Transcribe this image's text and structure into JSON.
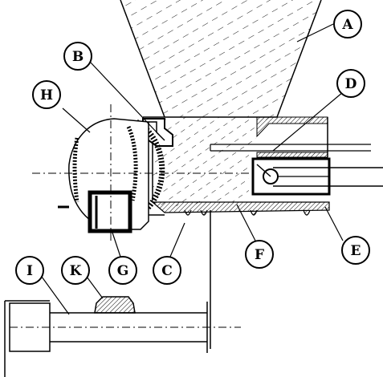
{
  "diagram": {
    "callouts": [
      {
        "id": "A",
        "label": "A"
      },
      {
        "id": "B",
        "label": "B"
      },
      {
        "id": "C",
        "label": "C"
      },
      {
        "id": "D",
        "label": "D"
      },
      {
        "id": "E",
        "label": "E"
      },
      {
        "id": "F",
        "label": "F"
      },
      {
        "id": "G",
        "label": "G"
      },
      {
        "id": "H",
        "label": "H"
      },
      {
        "id": "I",
        "label": "I"
      },
      {
        "id": "K",
        "label": "K"
      }
    ],
    "colors": {
      "ink": "#000000",
      "background": "#ffffff"
    }
  }
}
